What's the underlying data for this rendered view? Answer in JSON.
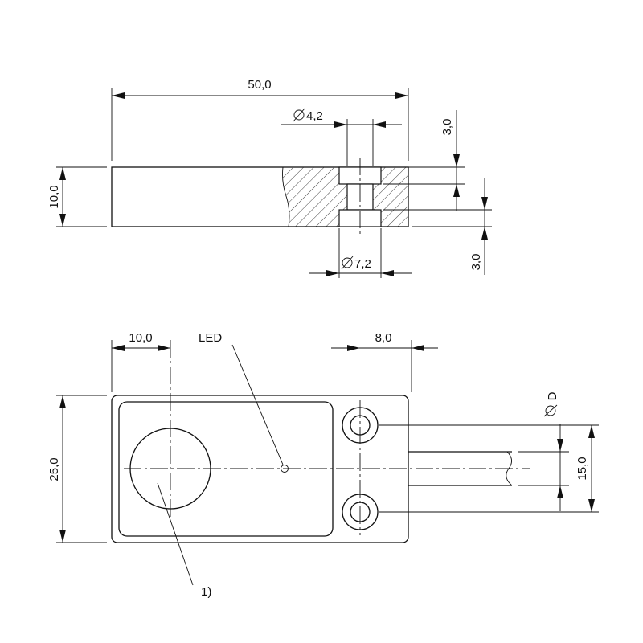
{
  "labels": {
    "top_length": "50,0",
    "top_bore_small": "4,2",
    "top_bore_large": "7,2",
    "top_height": "10,0",
    "top_counterbore_upper": "3,0",
    "top_counterbore_lower": "3,0",
    "front_left_offset": "10,0",
    "led": "LED",
    "front_hole_width": "8,0",
    "front_height": "25,0",
    "cable_diameter": "D",
    "cable_spacing": "15,0",
    "note_1": "1)"
  }
}
